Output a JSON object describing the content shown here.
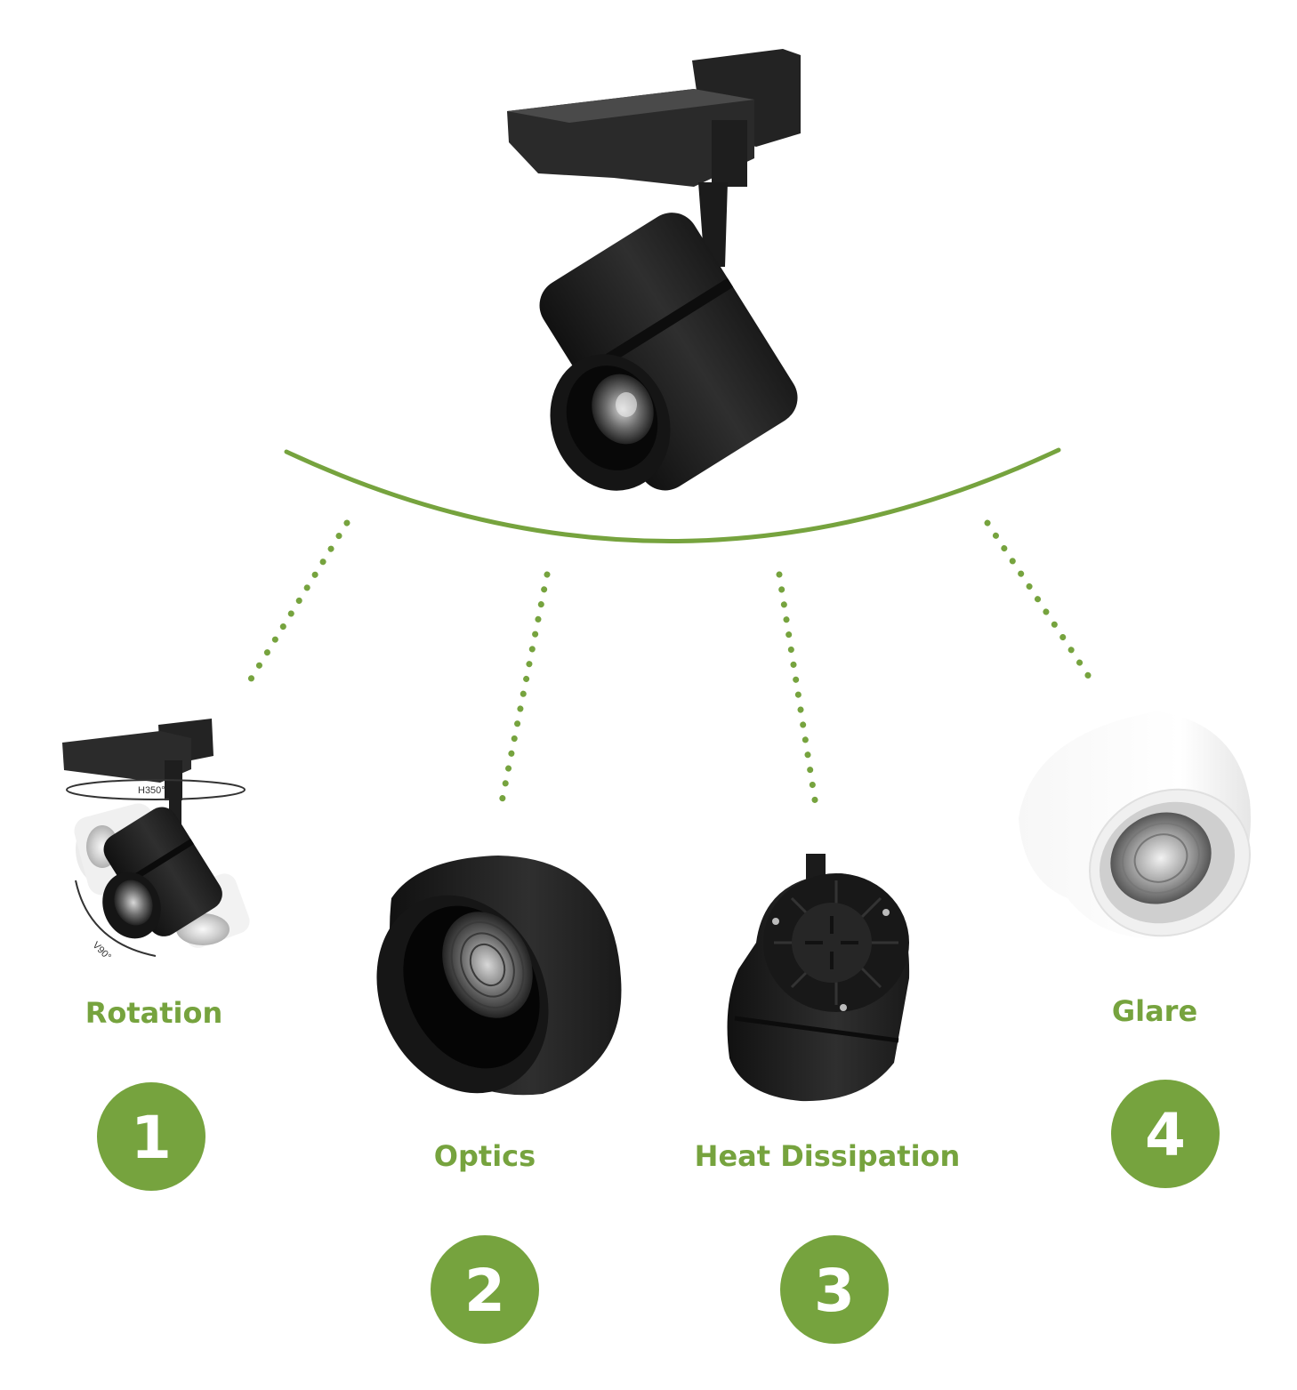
{
  "colors": {
    "accent": "#76a33e",
    "fixture_dark": "#1c1c1c",
    "fixture_mid": "#2e2e2e",
    "fixture_light": "#ffffff"
  },
  "features": [
    {
      "label": "Rotation",
      "number": "1",
      "rotation_marks": [
        "H350°",
        "V90°"
      ]
    },
    {
      "label": "Optics",
      "number": "2"
    },
    {
      "label": "Heat Dissipation",
      "number": "3"
    },
    {
      "label": "Glare",
      "number": "4"
    }
  ]
}
